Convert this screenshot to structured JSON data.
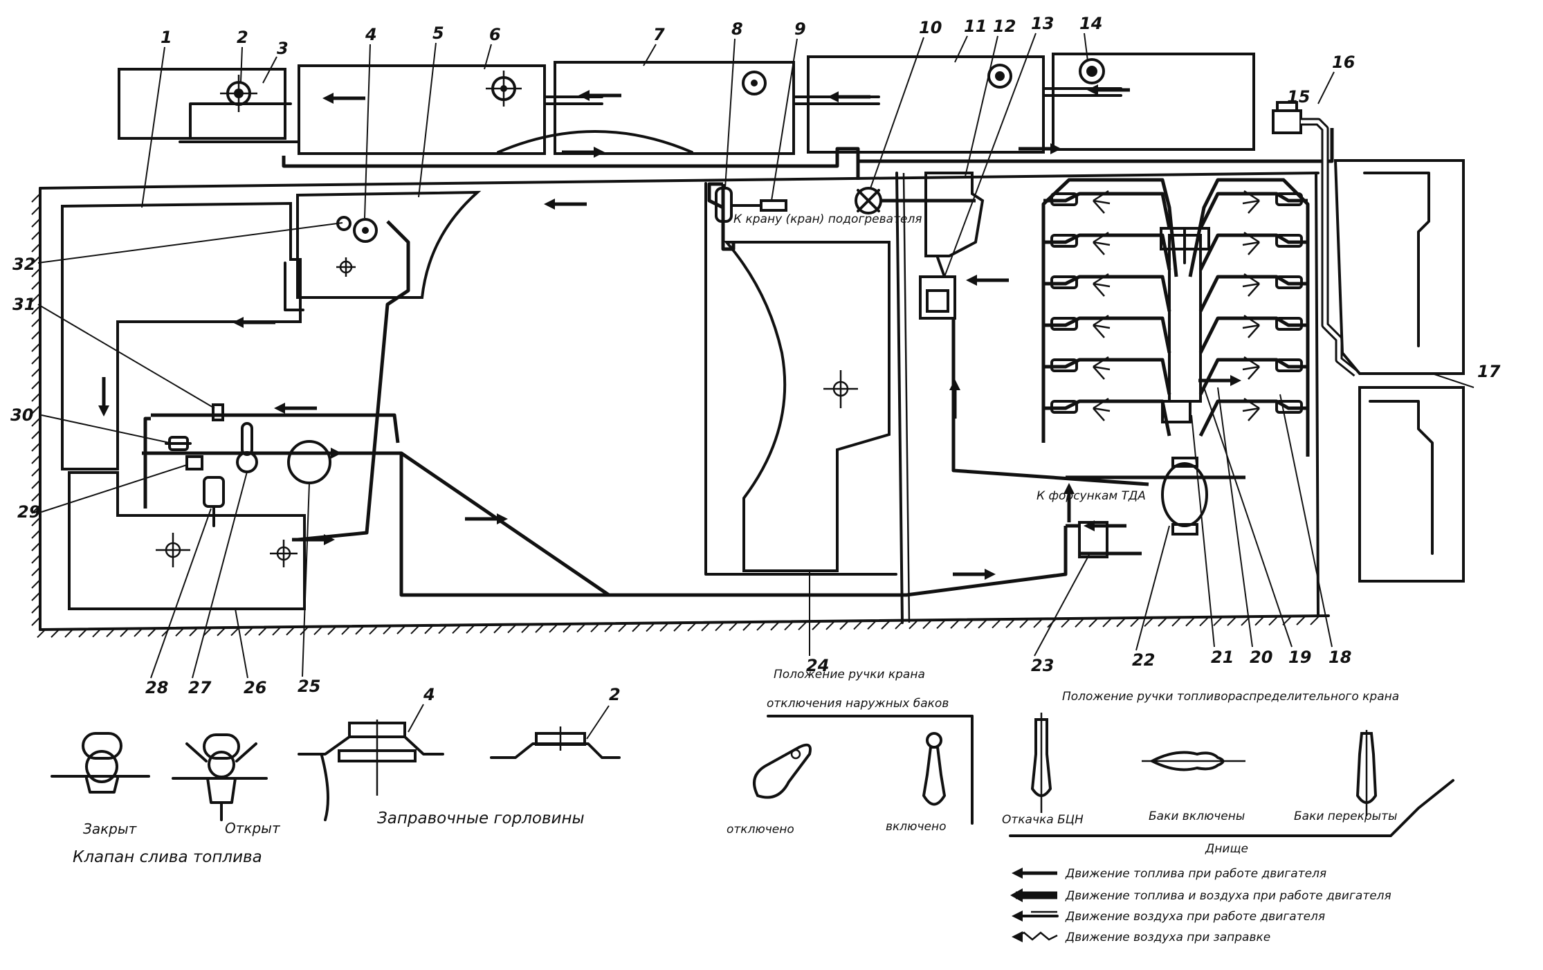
{
  "callouts": {
    "n1": "1",
    "n2": "2",
    "n3": "3",
    "n4": "4",
    "n5": "5",
    "n6": "6",
    "n7": "7",
    "n8": "8",
    "n9": "9",
    "n10": "10",
    "n11": "11",
    "n12": "12",
    "n13": "13",
    "n14": "14",
    "n15": "15",
    "n16": "16",
    "n17": "17",
    "n18": "18",
    "n19": "19",
    "n20": "20",
    "n21": "21",
    "n22": "22",
    "n23": "23",
    "n24": "24",
    "n25": "25",
    "n26": "26",
    "n27": "27",
    "n28": "28",
    "n29": "29",
    "n30": "30",
    "n31": "31",
    "n32": "32"
  },
  "inline_labels": {
    "to_valve_heater": "К крану (кран) подогревателя",
    "to_injectors": "К форсункам ТДА"
  },
  "valve_handle_panel": {
    "title_line1": "Положение ручки крана",
    "title_line2": "отключения наружных баков",
    "state_off": "отключено",
    "state_on": "включено"
  },
  "distributor_panel": {
    "title": "Положение ручки топливораспределительного крана",
    "state_pump": "Откачка БЦН",
    "state_tanks_on": "Баки включены",
    "state_tanks_closed": "Баки перекрыты",
    "floor_label": "Днище"
  },
  "drain_valve": {
    "closed_label": "Закрыт",
    "open_label": "Открыт",
    "caption": "Клапан слива топлива"
  },
  "filler_necks": {
    "caption": "Заправочные горловины"
  },
  "legend": [
    {
      "label": "Движение топлива при работе двигателя"
    },
    {
      "label": "Движение топлива и воздуха при работе двигателя"
    },
    {
      "label": "Движение воздуха при работе двигателя"
    },
    {
      "label": "Движение воздуха при заправке"
    }
  ]
}
